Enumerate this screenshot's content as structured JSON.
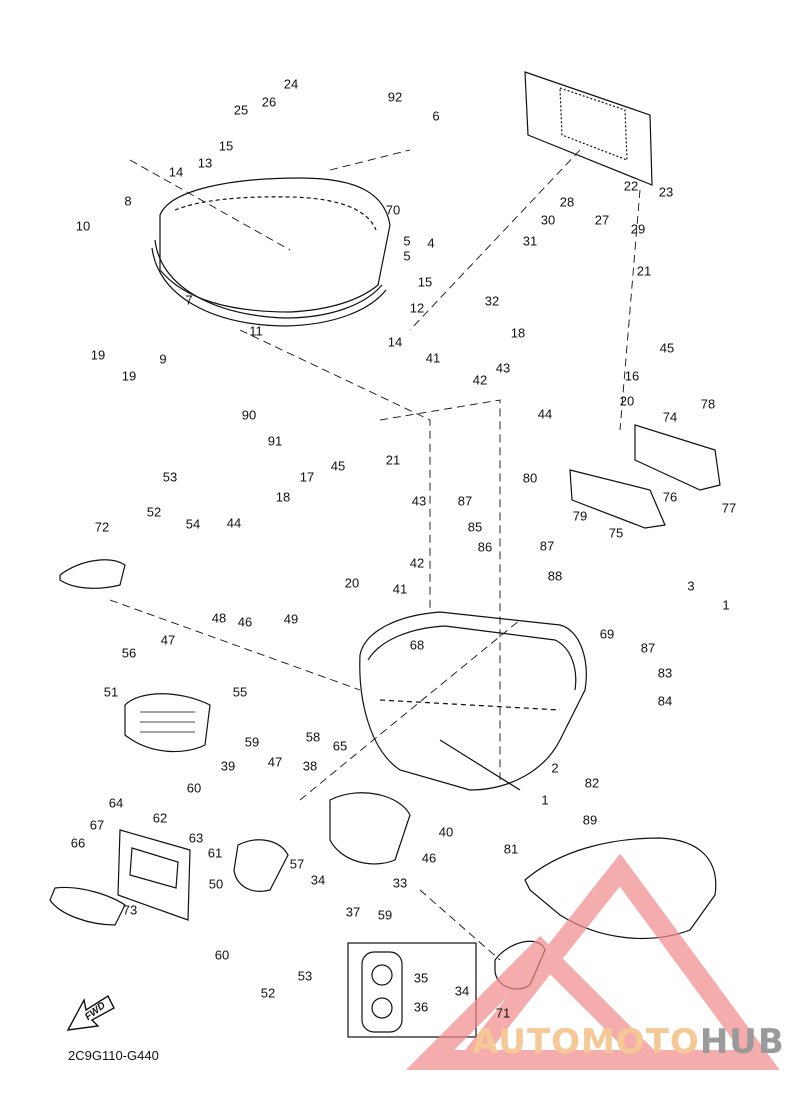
{
  "diagram": {
    "drawing_code": "2C9G110-G440",
    "fwd_label": "FWD",
    "watermark": {
      "part1": "AUTOMOTO",
      "part2": "HUB",
      "color_primary": "#f08a8a",
      "color_secondary": "#9a9a9a"
    },
    "callouts": [
      {
        "id": "c24",
        "text": "24"
      },
      {
        "id": "c25",
        "text": "25"
      },
      {
        "id": "c26",
        "text": "26"
      },
      {
        "id": "c92",
        "text": "92"
      },
      {
        "id": "c6",
        "text": "6"
      },
      {
        "id": "c15a",
        "text": "15"
      },
      {
        "id": "c13",
        "text": "13"
      },
      {
        "id": "c14a",
        "text": "14"
      },
      {
        "id": "c22",
        "text": "22"
      },
      {
        "id": "c23",
        "text": "23"
      },
      {
        "id": "c70",
        "text": "70"
      },
      {
        "id": "c8",
        "text": "8"
      },
      {
        "id": "c10",
        "text": "10"
      },
      {
        "id": "c4",
        "text": "4"
      },
      {
        "id": "c5a",
        "text": "5"
      },
      {
        "id": "c5b",
        "text": "5"
      },
      {
        "id": "c28",
        "text": "28"
      },
      {
        "id": "c27",
        "text": "27"
      },
      {
        "id": "c30",
        "text": "30"
      },
      {
        "id": "c29",
        "text": "29"
      },
      {
        "id": "c31",
        "text": "31"
      },
      {
        "id": "c15b",
        "text": "15"
      },
      {
        "id": "c12",
        "text": "12"
      },
      {
        "id": "c21a",
        "text": "21"
      },
      {
        "id": "c32",
        "text": "32"
      },
      {
        "id": "c7",
        "text": "7"
      },
      {
        "id": "c11",
        "text": "11"
      },
      {
        "id": "c14b",
        "text": "14"
      },
      {
        "id": "c9",
        "text": "9"
      },
      {
        "id": "c19a",
        "text": "19"
      },
      {
        "id": "c18a",
        "text": "18"
      },
      {
        "id": "c45a",
        "text": "45"
      },
      {
        "id": "c41a",
        "text": "41"
      },
      {
        "id": "c43a",
        "text": "43"
      },
      {
        "id": "c42a",
        "text": "42"
      },
      {
        "id": "c16",
        "text": "16"
      },
      {
        "id": "c19b",
        "text": "19"
      },
      {
        "id": "c20a",
        "text": "20"
      },
      {
        "id": "c44a",
        "text": "44"
      },
      {
        "id": "c78",
        "text": "78"
      },
      {
        "id": "c74",
        "text": "74"
      },
      {
        "id": "c90",
        "text": "90"
      },
      {
        "id": "c91",
        "text": "91"
      },
      {
        "id": "c53a",
        "text": "53"
      },
      {
        "id": "c17",
        "text": "17"
      },
      {
        "id": "c45b",
        "text": "45"
      },
      {
        "id": "c21b",
        "text": "21"
      },
      {
        "id": "c80",
        "text": "80"
      },
      {
        "id": "c18b",
        "text": "18"
      },
      {
        "id": "c43b",
        "text": "43"
      },
      {
        "id": "c87a",
        "text": "87"
      },
      {
        "id": "c76",
        "text": "76"
      },
      {
        "id": "c77",
        "text": "77"
      },
      {
        "id": "c79",
        "text": "79"
      },
      {
        "id": "c52a",
        "text": "52"
      },
      {
        "id": "c54",
        "text": "54"
      },
      {
        "id": "c72",
        "text": "72"
      },
      {
        "id": "c44b",
        "text": "44"
      },
      {
        "id": "c85",
        "text": "85"
      },
      {
        "id": "c75",
        "text": "75"
      },
      {
        "id": "c86",
        "text": "86"
      },
      {
        "id": "c87b",
        "text": "87"
      },
      {
        "id": "c42b",
        "text": "42"
      },
      {
        "id": "c20b",
        "text": "20"
      },
      {
        "id": "c88",
        "text": "88"
      },
      {
        "id": "c41b",
        "text": "41"
      },
      {
        "id": "c3",
        "text": "3"
      },
      {
        "id": "c1a",
        "text": "1"
      },
      {
        "id": "c48",
        "text": "48"
      },
      {
        "id": "c46a",
        "text": "46"
      },
      {
        "id": "c49",
        "text": "49"
      },
      {
        "id": "c47a",
        "text": "47"
      },
      {
        "id": "c56",
        "text": "56"
      },
      {
        "id": "c68",
        "text": "68"
      },
      {
        "id": "c69",
        "text": "69"
      },
      {
        "id": "c87c",
        "text": "87"
      },
      {
        "id": "c83",
        "text": "83"
      },
      {
        "id": "c51",
        "text": "51"
      },
      {
        "id": "c55",
        "text": "55"
      },
      {
        "id": "c84",
        "text": "84"
      },
      {
        "id": "c58",
        "text": "58"
      },
      {
        "id": "c65",
        "text": "65"
      },
      {
        "id": "c59a",
        "text": "59"
      },
      {
        "id": "c2",
        "text": "2"
      },
      {
        "id": "c39",
        "text": "39"
      },
      {
        "id": "c47b",
        "text": "47"
      },
      {
        "id": "c38",
        "text": "38"
      },
      {
        "id": "c82",
        "text": "82"
      },
      {
        "id": "c60a",
        "text": "60"
      },
      {
        "id": "c1b",
        "text": "1"
      },
      {
        "id": "c64",
        "text": "64"
      },
      {
        "id": "c62",
        "text": "62"
      },
      {
        "id": "c63",
        "text": "63"
      },
      {
        "id": "c40",
        "text": "40"
      },
      {
        "id": "c89",
        "text": "89"
      },
      {
        "id": "c67",
        "text": "67"
      },
      {
        "id": "c61",
        "text": "61"
      },
      {
        "id": "c46b",
        "text": "46"
      },
      {
        "id": "c81",
        "text": "81"
      },
      {
        "id": "c66",
        "text": "66"
      },
      {
        "id": "c57",
        "text": "57"
      },
      {
        "id": "c50",
        "text": "50"
      },
      {
        "id": "c34a",
        "text": "34"
      },
      {
        "id": "c33",
        "text": "33"
      },
      {
        "id": "c73",
        "text": "73"
      },
      {
        "id": "c37",
        "text": "37"
      },
      {
        "id": "c59b",
        "text": "59"
      },
      {
        "id": "c60b",
        "text": "60"
      },
      {
        "id": "c53b",
        "text": "53"
      },
      {
        "id": "c52b",
        "text": "52"
      },
      {
        "id": "c35",
        "text": "35"
      },
      {
        "id": "c34b",
        "text": "34"
      },
      {
        "id": "c36",
        "text": "36"
      },
      {
        "id": "c71",
        "text": "71"
      }
    ]
  }
}
